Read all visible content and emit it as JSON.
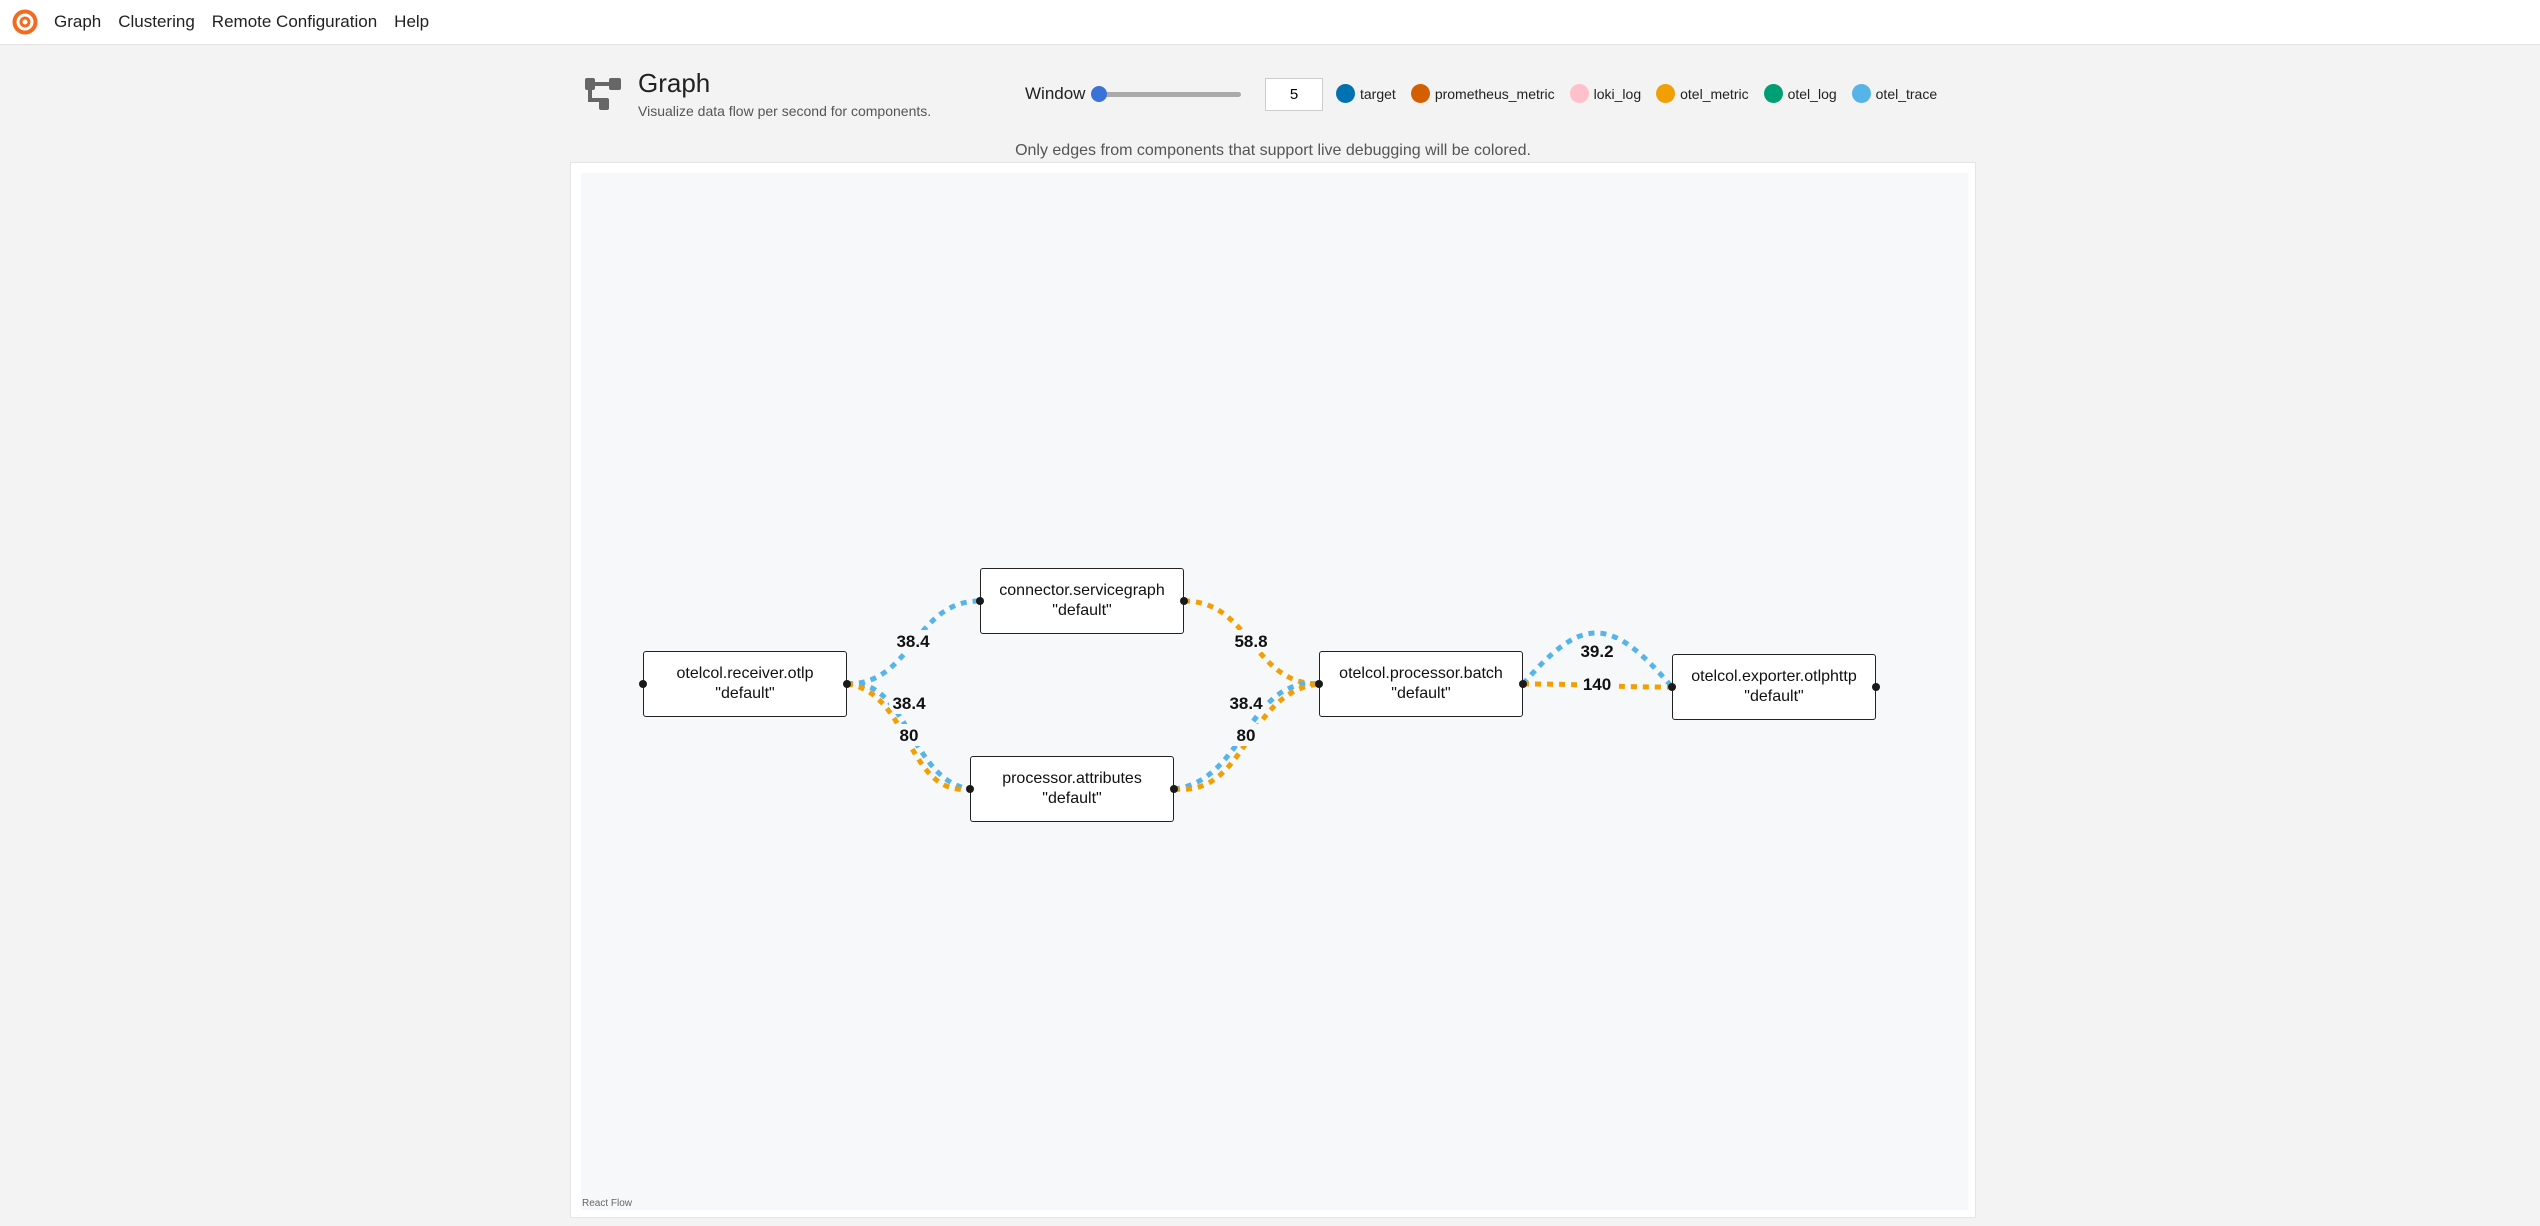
{
  "nav": {
    "items": [
      "Graph",
      "Clustering",
      "Remote Configuration",
      "Help"
    ]
  },
  "header": {
    "title": "Graph",
    "subtitle": "Visualize data flow per second for components."
  },
  "window": {
    "label": "Window",
    "value": "5",
    "slider_fraction": 0
  },
  "legend": [
    {
      "label": "target",
      "color": "#0072b2"
    },
    {
      "label": "prometheus_metric",
      "color": "#d55e00"
    },
    {
      "label": "loki_log",
      "color": "#ffc0cb"
    },
    {
      "label": "otel_metric",
      "color": "#f29f05"
    },
    {
      "label": "otel_log",
      "color": "#009e73"
    },
    {
      "label": "otel_trace",
      "color": "#56b4e9"
    }
  ],
  "notice": "Only edges from components that support live debugging will be colored.",
  "nodes": [
    {
      "id": "receiver",
      "name": "otelcol.receiver.otlp",
      "label": "\"default\""
    },
    {
      "id": "connector",
      "name": "connector.servicegraph",
      "label": "\"default\""
    },
    {
      "id": "attributes",
      "name": "processor.attributes",
      "label": "\"default\""
    },
    {
      "id": "batch",
      "name": "otelcol.processor.batch",
      "label": "\"default\""
    },
    {
      "id": "exporter",
      "name": "otelcol.exporter.otlphttp",
      "label": "\"default\""
    }
  ],
  "edges": [
    {
      "from": "receiver",
      "to": "connector",
      "type": "otel_trace",
      "value": "38.4"
    },
    {
      "from": "receiver",
      "to": "attributes",
      "type": "otel_trace",
      "value": "38.4"
    },
    {
      "from": "receiver",
      "to": "attributes",
      "type": "otel_metric",
      "value": "80"
    },
    {
      "from": "connector",
      "to": "batch",
      "type": "otel_metric",
      "value": "58.8"
    },
    {
      "from": "attributes",
      "to": "batch",
      "type": "otel_trace",
      "value": "38.4"
    },
    {
      "from": "attributes",
      "to": "batch",
      "type": "otel_metric",
      "value": "80"
    },
    {
      "from": "batch",
      "to": "exporter",
      "type": "otel_trace",
      "value": "39.2"
    },
    {
      "from": "batch",
      "to": "exporter",
      "type": "otel_metric",
      "value": "140"
    }
  ],
  "attribution": "React Flow"
}
